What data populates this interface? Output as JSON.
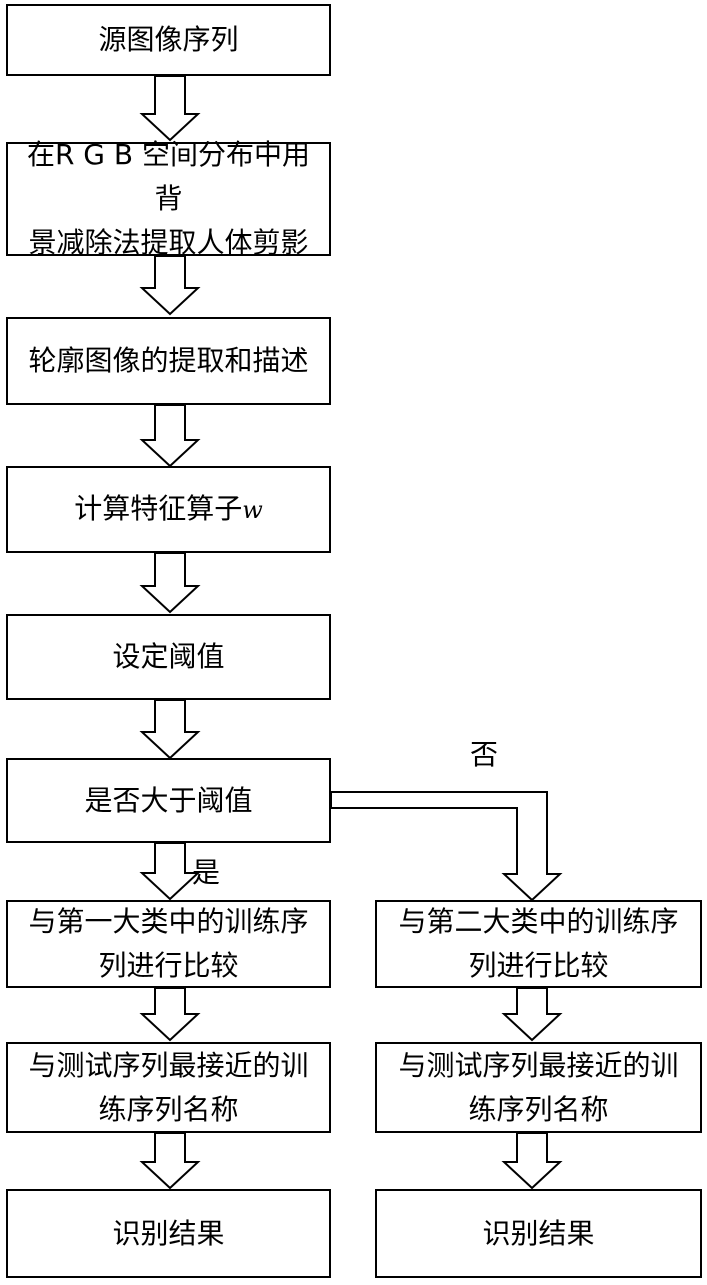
{
  "steps": {
    "source": "源图像序列",
    "extract_line1": "在R G B 空间分布中用背",
    "extract_line2": "景减除法提取人体剪影",
    "contour": "轮廓图像的提取和描述",
    "operator_text": "计算特征算子",
    "operator_symbol": "w",
    "threshold": "设定阈值",
    "decision": "是否大于阈值"
  },
  "branches": {
    "yes_label": "是",
    "no_label": "否"
  },
  "left": {
    "compare_line1": "与第一大类中的训练序",
    "compare_line2": "列进行比较",
    "nearest_line1": "与测试序列最接近的训",
    "nearest_line2": "练序列名称",
    "result": "识别结果"
  },
  "right": {
    "compare_line1": "与第二大类中的训练序",
    "compare_line2": "列进行比较",
    "nearest_line1": "与测试序列最接近的训",
    "nearest_line2": "练序列名称",
    "result": "识别结果"
  }
}
